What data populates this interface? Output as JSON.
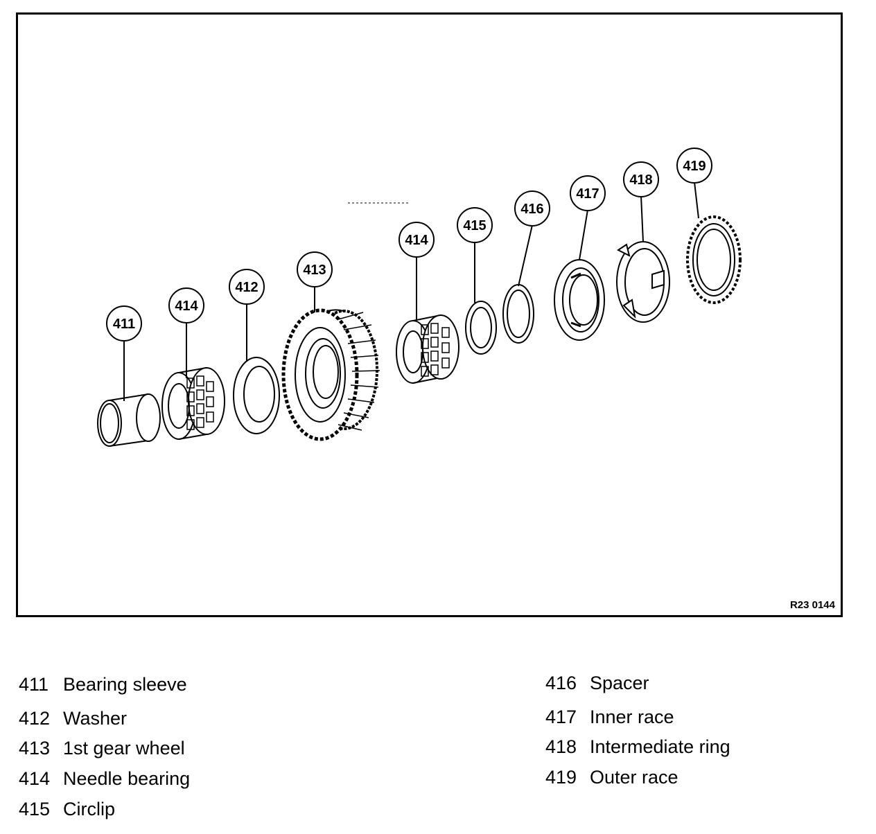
{
  "figure": {
    "reference_code": "R23 0144",
    "callouts": [
      "411",
      "414",
      "412",
      "413",
      "414",
      "415",
      "416",
      "417",
      "418",
      "419"
    ]
  },
  "legend": {
    "left": [
      {
        "number": "411",
        "label": "Bearing sleeve"
      },
      {
        "number": "412",
        "label": "Washer"
      },
      {
        "number": "413",
        "label": "1st gear wheel"
      },
      {
        "number": "414",
        "label": "Needle bearing"
      },
      {
        "number": "415",
        "label": "Circlip"
      }
    ],
    "right": [
      {
        "number": "416",
        "label": "Spacer"
      },
      {
        "number": "417",
        "label": "Inner race"
      },
      {
        "number": "418",
        "label": "Intermediate ring"
      },
      {
        "number": "419",
        "label": "Outer race"
      }
    ]
  }
}
